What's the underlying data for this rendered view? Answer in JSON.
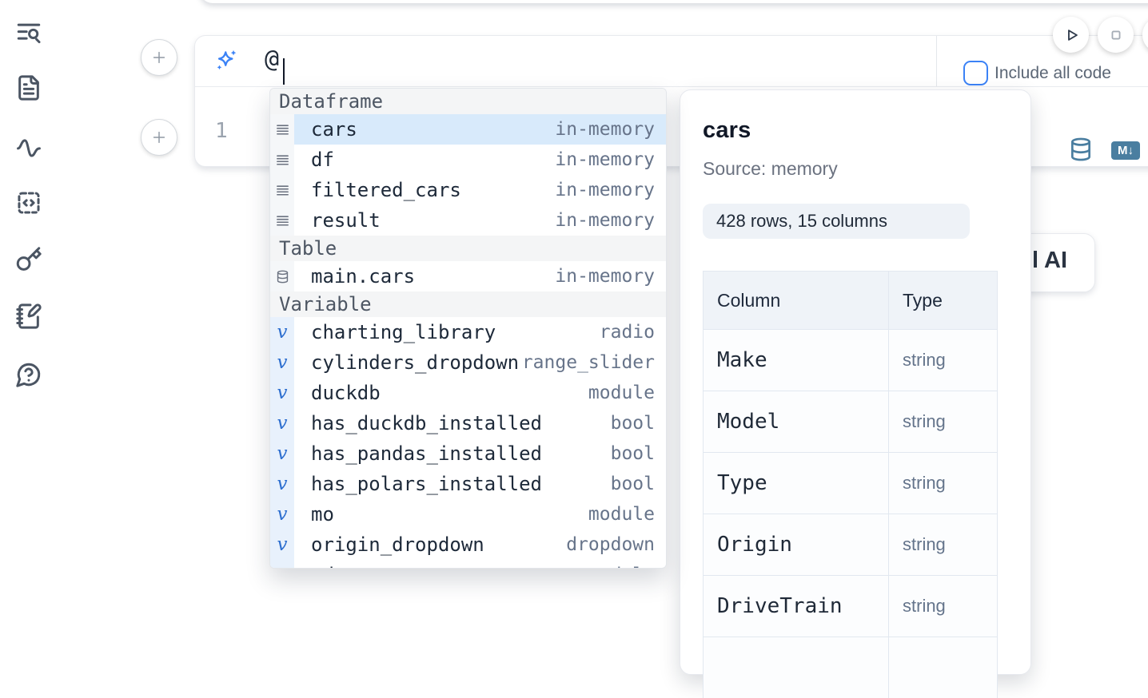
{
  "colors": {
    "accent_blue": "#3b82f6",
    "steel_blue": "#4a7ea0",
    "selection_blue": "#d8eafb"
  },
  "sidebar": {
    "items": [
      {
        "icon": "list-search-icon"
      },
      {
        "icon": "file-text-icon"
      },
      {
        "icon": "activity-icon"
      },
      {
        "icon": "code-snippets-icon"
      },
      {
        "icon": "key-icon"
      },
      {
        "icon": "notebook-pen-icon"
      },
      {
        "icon": "help-circle-icon"
      }
    ]
  },
  "cell": {
    "ai_prompt_value": "@",
    "include_all_code_label": "Include all code",
    "include_all_code_checked": false,
    "line_number": "1",
    "markdown_badge": "M↓"
  },
  "autocomplete": {
    "sections": [
      {
        "label": "Dataframe",
        "items": [
          {
            "icon": "rows",
            "name": "cars",
            "type": "in-memory",
            "selected": true
          },
          {
            "icon": "rows",
            "name": "df",
            "type": "in-memory"
          },
          {
            "icon": "rows",
            "name": "filtered_cars",
            "type": "in-memory"
          },
          {
            "icon": "rows",
            "name": "result",
            "type": "in-memory"
          }
        ]
      },
      {
        "label": "Table",
        "items": [
          {
            "icon": "database",
            "name": "main.cars",
            "type": "in-memory"
          }
        ]
      },
      {
        "label": "Variable",
        "items": [
          {
            "icon": "variable",
            "name": "charting_library",
            "type": "radio"
          },
          {
            "icon": "variable",
            "name": "cylinders_dropdown",
            "type": "range_slider"
          },
          {
            "icon": "variable",
            "name": "duckdb",
            "type": "module"
          },
          {
            "icon": "variable",
            "name": "has_duckdb_installed",
            "type": "bool"
          },
          {
            "icon": "variable",
            "name": "has_pandas_installed",
            "type": "bool"
          },
          {
            "icon": "variable",
            "name": "has_polars_installed",
            "type": "bool"
          },
          {
            "icon": "variable",
            "name": "mo",
            "type": "module"
          },
          {
            "icon": "variable",
            "name": "origin_dropdown",
            "type": "dropdown"
          },
          {
            "icon": "variable",
            "name": "pd",
            "type": "module",
            "clipped": true
          }
        ]
      }
    ]
  },
  "preview_panel": {
    "title": "cars",
    "source": "Source: memory",
    "shape_badge": "428 rows, 15 columns",
    "schema_table": {
      "headers": [
        "Column",
        "Type"
      ],
      "rows": [
        [
          "Make",
          "string"
        ],
        [
          "Model",
          "string"
        ],
        [
          "Type",
          "string"
        ],
        [
          "Origin",
          "string"
        ],
        [
          "DriveTrain",
          "string"
        ]
      ]
    }
  },
  "ai_button": {
    "visible_label": "l AI"
  }
}
